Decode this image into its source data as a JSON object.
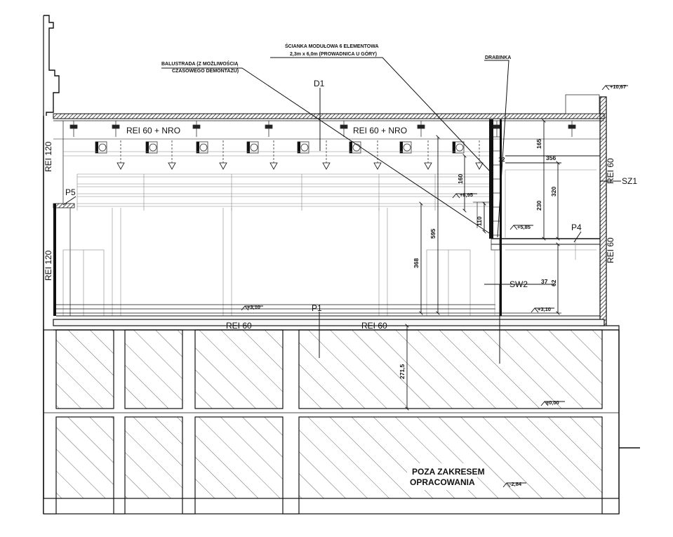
{
  "notes": {
    "balustrade_line1": "BALUSTRADA (Z MOŻLIWOŚCIĄ",
    "balustrade_line2": "CZASOWEGO DEMONTAŻU)",
    "wall_line1": "ŚCIANKA MODUŁOWA 6 ELEMENTOWA",
    "wall_line2": "2,3m x 6,0m (PROWADNICA U GÓRY)",
    "ladder": "DRABINKA"
  },
  "tags": {
    "d1": "D1",
    "p1": "P1",
    "p4": "P4",
    "p5": "P5",
    "sz1": "SZ1",
    "sw2": "SW2"
  },
  "fire_ratings": {
    "ceiling_left": "REI 60 + NRO",
    "ceiling_right": "REI 60 + NRO",
    "wall_left_upper": "REI 120",
    "wall_left_lower": "REI 120",
    "wall_right_upper": "REI 60",
    "wall_right_lower": "REI 60",
    "floor_left": "REI 60",
    "floor_right": "REI 60"
  },
  "levels": {
    "roof": "+10,67",
    "gallery_a": "+6,95",
    "gallery_b": "+5,85",
    "floor_left": "+3,10",
    "floor_right": "+3,10",
    "ground": "±0,00",
    "basement": "-2,84"
  },
  "dimensions": {
    "d165": "165",
    "d356": "356",
    "d320": "320",
    "d160": "160",
    "d12": "12",
    "d230": "230",
    "d110": "110",
    "d595": "595",
    "d368": "368",
    "d37": "37",
    "d62": "62",
    "d2715": "271,5"
  },
  "out_of_scope": {
    "line1": "POZA ZAKRESEM",
    "line2": "OPRACOWANIA"
  }
}
